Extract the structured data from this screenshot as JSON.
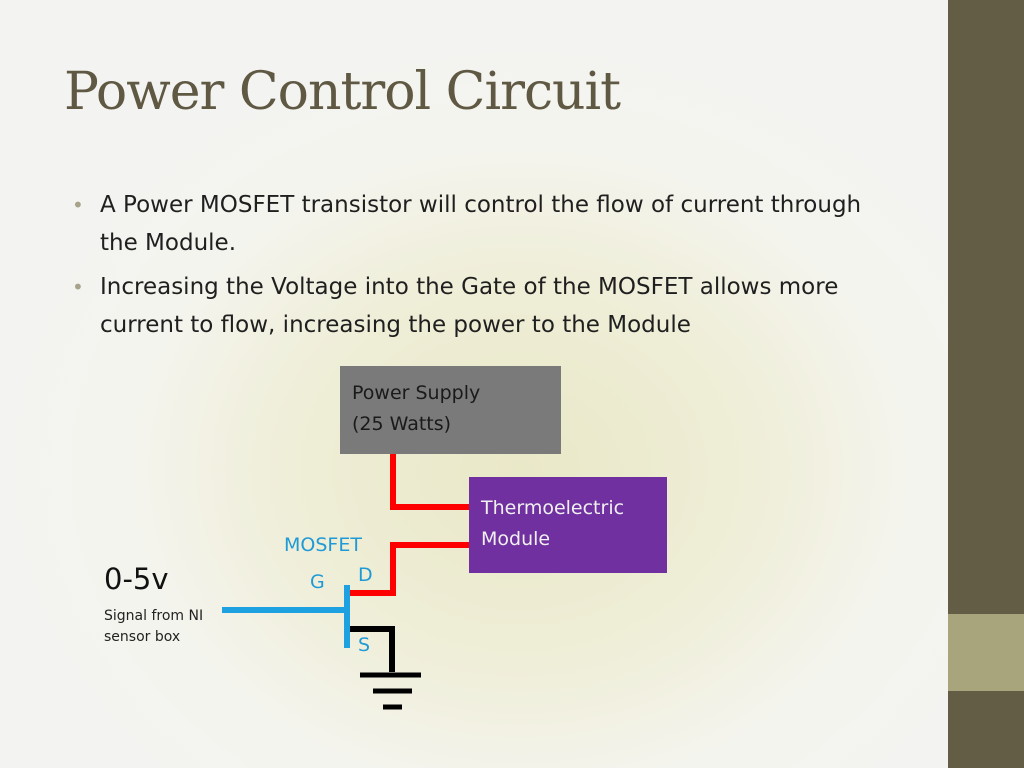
{
  "slide": {
    "title": "Power Control Circuit",
    "bullets": [
      {
        "text": "A Power MOSFET transistor will control the flow of current through the Module."
      },
      {
        "text": "Increasing the Voltage into the Gate of the MOSFET allows more current to flow, increasing the power to the Module"
      }
    ]
  },
  "diagram": {
    "power_supply": {
      "line1": "Power Supply",
      "line2": "(25 Watts)"
    },
    "module": {
      "line1": "Thermoelectric",
      "line2": "Module"
    },
    "mosfet_label": "MOSFET",
    "gate_label": "G",
    "drain_label": "D",
    "source_label": "S",
    "voltage_label": "0-5v",
    "signal_label": "Signal from NI sensor box",
    "colors": {
      "power_wire": "#ff0000",
      "gate_wire": "#1da1e0",
      "ground_wire": "#000000",
      "power_supply_box": "#7a7a7a",
      "module_box": "#7030a0",
      "label_blue": "#1f9ad6"
    }
  }
}
